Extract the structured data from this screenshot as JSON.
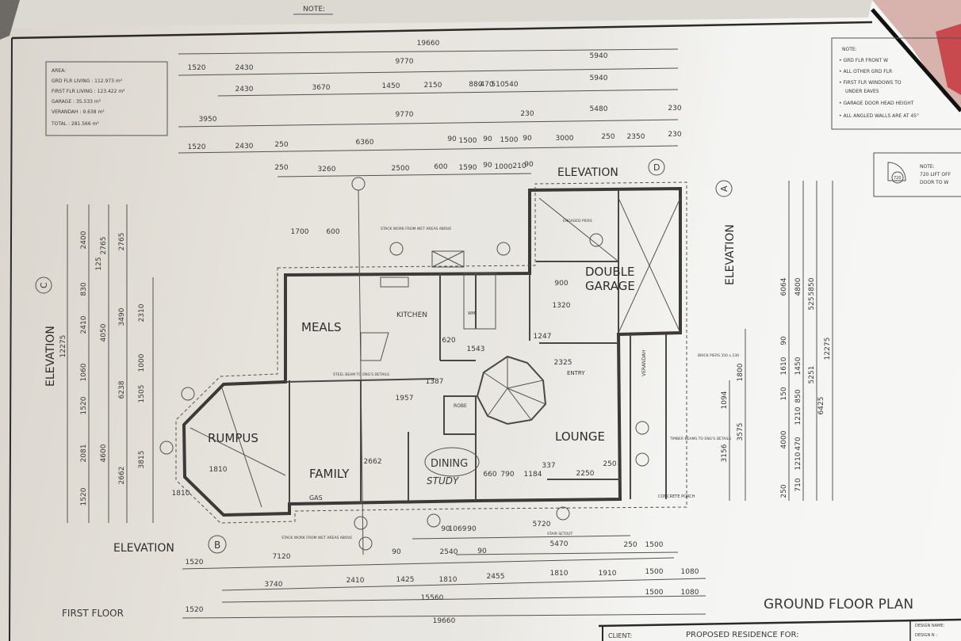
{
  "back_sheet_note": "NOTE:",
  "area_box": {
    "heading": "AREA:",
    "lines": [
      "GRD FLR LIVING : 112.973 m²",
      "FIRST FLR LIVING : 123.422 m²",
      "GARAGE : 35.533 m²",
      "VERANDAH : 9.638 m²",
      "TOTAL : 281.566 m²"
    ]
  },
  "notes_box": {
    "heading": "NOTE:",
    "lines": [
      "• GRD FLR FRONT W",
      "• ALL OTHER GRD FLR",
      "• FIRST FLR WINDOWS TO",
      "UNDER EAVES",
      "• GARAGE DOOR HEAD HEIGHT",
      "• ALL ANGLED WALLS ARE AT 45°"
    ]
  },
  "door_note": {
    "heading": "NOTE:",
    "line1": "720 LIFT OFF",
    "line2": "DOOR TO W",
    "symbol": "720"
  },
  "elevations": [
    {
      "label": "ELEVATION",
      "mark": "D"
    },
    {
      "label": "ELEVATION",
      "mark": "C"
    },
    {
      "label": "ELEVATION",
      "mark": "B"
    },
    {
      "label": "ELEVATION",
      "mark": "A"
    }
  ],
  "rooms": {
    "meals": "MEALS",
    "kitchen": "KITCHEN",
    "garage1": "DOUBLE",
    "garage2": "GARAGE",
    "rumpus": "RUMPUS",
    "family": "FAMILY",
    "dining": "DINING",
    "study": "STUDY",
    "lounge": "LOUNGE",
    "entry": "ENTRY",
    "verandah": "VERANDAH",
    "robe": "ROBE",
    "gas": "GAS",
    "wm": "WM",
    "concrete": "CONCRETE PORCH"
  },
  "annotations": [
    "STACK WORK FROM WET AREAS ABOVE",
    "STEEL BEAM TO ENG'S DETAILS",
    "STACK WORK FROM WET AREAS ABOVE",
    "STAIR SETOUT",
    "BRICK PIERS 350 x 230",
    "ENGAGED PIERS",
    "TIMBER BEAMS TO ENG'S DETAILS"
  ],
  "dims_top": [
    "19660",
    "1520",
    "2430",
    "9770",
    "5940",
    "2430",
    "3670",
    "1450",
    "2150",
    "880",
    "470",
    "510",
    "540",
    "5940",
    "3950",
    "9770",
    "230",
    "5480",
    "230",
    "1520",
    "2430",
    "250",
    "6360",
    "90",
    "1500",
    "90",
    "1500",
    "90",
    "3000",
    "250",
    "2350",
    "230",
    "250",
    "3260",
    "2500",
    "600",
    "1590",
    "90",
    "1000",
    "210",
    "90",
    "1700",
    "600"
  ],
  "dims_bottom": [
    "90",
    "1069",
    "90",
    "5720",
    "5470",
    "250",
    "1500",
    "7120",
    "90",
    "2540",
    "90",
    "1520",
    "3740",
    "2410",
    "1425",
    "1810",
    "2455",
    "1810",
    "1910",
    "1500",
    "1080",
    "15560",
    "1500",
    "1080",
    "1520",
    "19660"
  ],
  "dims_left": [
    "12275",
    "2400",
    "830",
    "2410",
    "1060",
    "1520",
    "2081",
    "1520",
    "125",
    "2765",
    "4050",
    "4600",
    "2765",
    "3490",
    "6238",
    "2662",
    "2310",
    "1000",
    "1505",
    "3815"
  ],
  "dims_right": [
    "6064",
    "4800",
    "5850",
    "12275",
    "525",
    "1610",
    "4000",
    "1450",
    "850",
    "1210",
    "470",
    "1210",
    "710",
    "5251",
    "6425",
    "1800",
    "3575",
    "1094",
    "3156",
    "250",
    "150",
    "90"
  ],
  "dims_inner": [
    "1387",
    "1957",
    "2662",
    "1810",
    "1810",
    "660",
    "790",
    "1184",
    "337",
    "2250",
    "250",
    "2325",
    "1320",
    "900",
    "1247",
    "1543",
    "620"
  ],
  "title": "GROUND FLOOR PLAN",
  "title_block": {
    "client": "CLIENT:",
    "proposed": "PROPOSED RESIDENCE FOR:",
    "design_name": "DESIGN NAME:",
    "design_no": "DESIGN N :"
  },
  "faint_text": "FIRST FLOOR"
}
